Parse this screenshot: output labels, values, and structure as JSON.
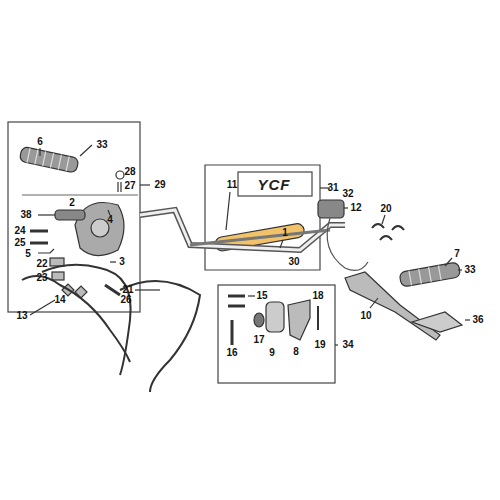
{
  "diagram": {
    "labels": [
      "6",
      "33",
      "28",
      "27",
      "38",
      "2",
      "4",
      "29",
      "24",
      "25",
      "5",
      "22",
      "23",
      "14",
      "26",
      "3",
      "11",
      "YCF",
      "31",
      "32",
      "30",
      "12",
      "1",
      "20",
      "7",
      "33",
      "10",
      "36",
      "13",
      "21",
      "15",
      "18",
      "16",
      "17",
      "9",
      "8",
      "19",
      "34"
    ]
  }
}
